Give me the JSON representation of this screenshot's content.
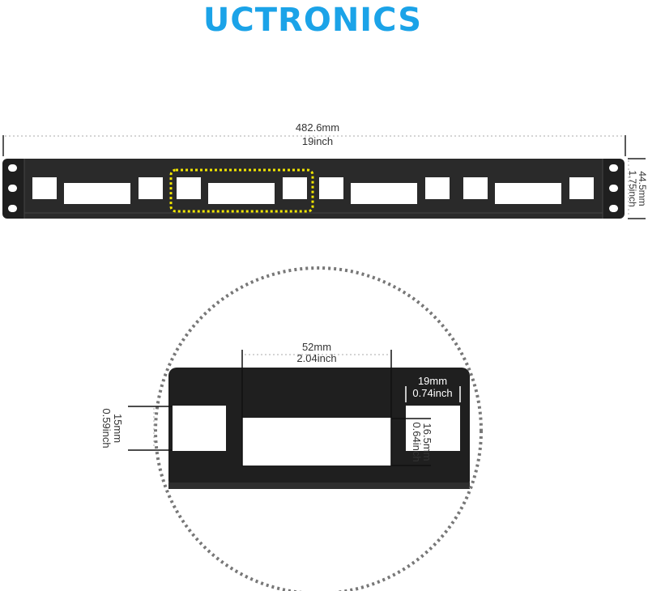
{
  "brand": {
    "logo_text": "UCTRONICS",
    "color": "#1ba3e8"
  },
  "panel": {
    "width_mm": "482.6mm",
    "width_inch": "19inch",
    "height_mm": "44.5mm",
    "height_inch": "1.75inch",
    "color": "#1f1f1f",
    "highlight_color": "#f2e600"
  },
  "detail": {
    "large_width_mm": "52mm",
    "large_width_inch": "2.04inch",
    "small_width_mm": "19mm",
    "small_width_inch": "0.74inch",
    "small_height_mm": "15mm",
    "small_height_inch": "0.59inch",
    "large_height_mm": "16.5mm",
    "large_height_inch": "0.64inch"
  }
}
